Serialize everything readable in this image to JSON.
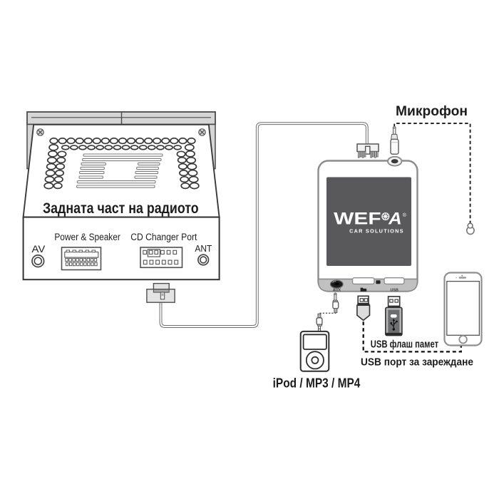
{
  "diagram": {
    "radio": {
      "label": "Задната част на радиото",
      "ports": {
        "power_speaker": "Power & Speaker",
        "cd_changer": "CD Changer Port",
        "av": "AV",
        "ant": "ANT"
      }
    },
    "adapter": {
      "brand_left": "WEF",
      "brand_right": "A",
      "registered": "®",
      "tagline": "CAR SOLUTIONS",
      "aux_port_label": "AUX",
      "usb_port_label": "USB"
    },
    "labels": {
      "microphone": "Микрофон",
      "usb_flash": "USB флаш памет",
      "usb_charge": "USB порт за зареждане",
      "ipod": "iPod / MP3 / MP4"
    },
    "colors": {
      "background": "#ffffff",
      "line_dark": "#3d3d3d",
      "sleeve_gray": "#d6d6d6",
      "strip_gray": "#c1c1c1",
      "brand_panel": "#59595b",
      "text_black": "#1c1c1c"
    }
  }
}
